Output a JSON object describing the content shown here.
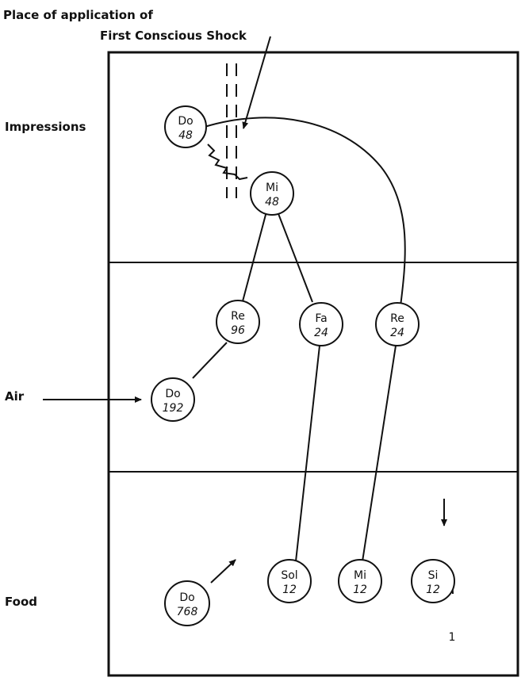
{
  "header": {
    "line1": "Place of application of",
    "line2": "First Conscious Shock"
  },
  "rows": {
    "impressions": "Impressions",
    "air": "Air",
    "food": "Food"
  },
  "nodes": {
    "do_48": {
      "note": "Do",
      "value": "48"
    },
    "mi_48": {
      "note": "Mi",
      "value": "48"
    },
    "re_96": {
      "note": "Re",
      "value": "96"
    },
    "fa_24": {
      "note": "Fa",
      "value": "24"
    },
    "re_24": {
      "note": "Re",
      "value": "24"
    },
    "do_192": {
      "note": "Do",
      "value": "192"
    },
    "sol_12": {
      "note": "Sol",
      "value": "12"
    },
    "mi_12": {
      "note": "Mi",
      "value": "12"
    },
    "si_12": {
      "note": "Si",
      "value": "12"
    },
    "do_768": {
      "note": "Do",
      "value": "768"
    }
  },
  "page_mark": "1",
  "colors": {
    "ink": "#111111",
    "paper": "#ffffff"
  }
}
